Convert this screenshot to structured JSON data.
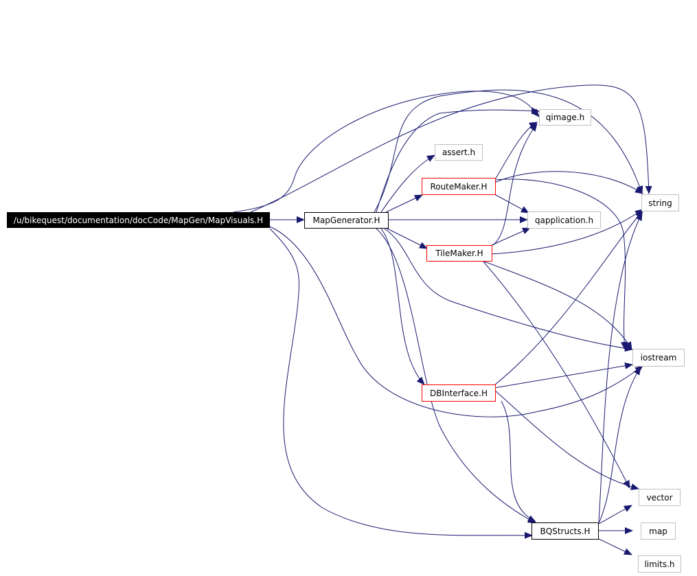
{
  "colors": {
    "edge": "#191970",
    "node_border_gray": "#bfbfbf",
    "node_border_black": "#000000",
    "node_border_red": "#ff0000",
    "root_fill": "#000000",
    "root_text": "#ffffff"
  },
  "nodes": {
    "mapvisuals": "/u/bikequest/documentation/docCode/MapGen/MapVisuals.H",
    "mapgenerator": "MapGenerator.H",
    "qimage": "qimage.h",
    "assert": "assert.h",
    "routemaker": "RouteMaker.H",
    "string": "string",
    "qapplication": "qapplication.h",
    "tilemaker": "TileMaker.H",
    "iostream": "iostream",
    "dbinterface": "DBInterface.H",
    "vector": "vector",
    "bqstructs": "BQStructs.H",
    "map": "map",
    "limits": "limits.h"
  }
}
